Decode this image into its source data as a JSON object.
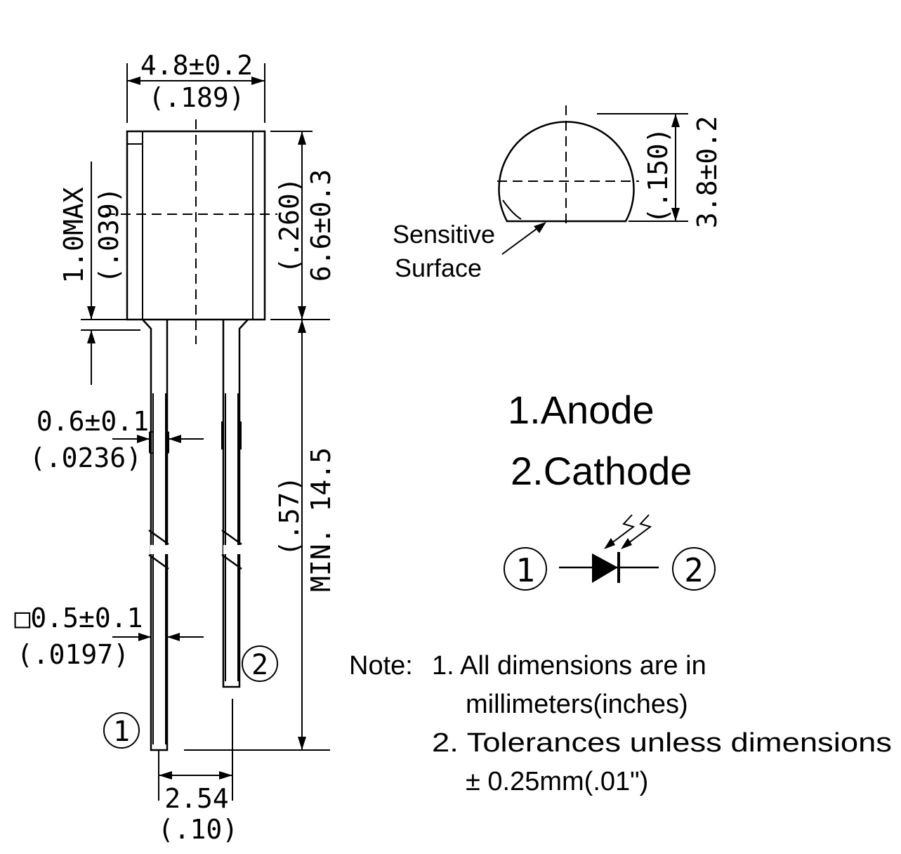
{
  "dimensions": {
    "body_width_mm": "4.8±0.2",
    "body_width_in": "(.189)",
    "body_height_mm": "6.6±0.3",
    "body_height_in": "(.260)",
    "flange_max_mm": "1.0MAX",
    "flange_max_in": "(.039)",
    "lead_shoulder_mm": "0.6±0.1",
    "lead_shoulder_in": "(.0236)",
    "lead_square_mm": "□0.5±0.1",
    "lead_square_in": "(.0197)",
    "lead_length_mm": "MIN. 14.5",
    "lead_length_in": "(.57)",
    "pitch_mm": "2.54",
    "pitch_in": "(.10)",
    "top_dia_mm": "3.8±0.2",
    "top_dia_in": "(.150)"
  },
  "pins": {
    "pin1": "1",
    "pin2": "2"
  },
  "top_view": {
    "sensitive_line1": "Sensitive",
    "sensitive_line2": "Surface"
  },
  "pin_legend": {
    "anode": "1.Anode",
    "cathode": "2.Cathode"
  },
  "notes": {
    "prefix": "Note:",
    "n1_line1": "1. All dimensions are in",
    "n1_line2": "millimeters(inches)",
    "n2_line1": "2. Tolerances unless dimensions",
    "n2_line2": "± 0.25mm(.01\")"
  }
}
